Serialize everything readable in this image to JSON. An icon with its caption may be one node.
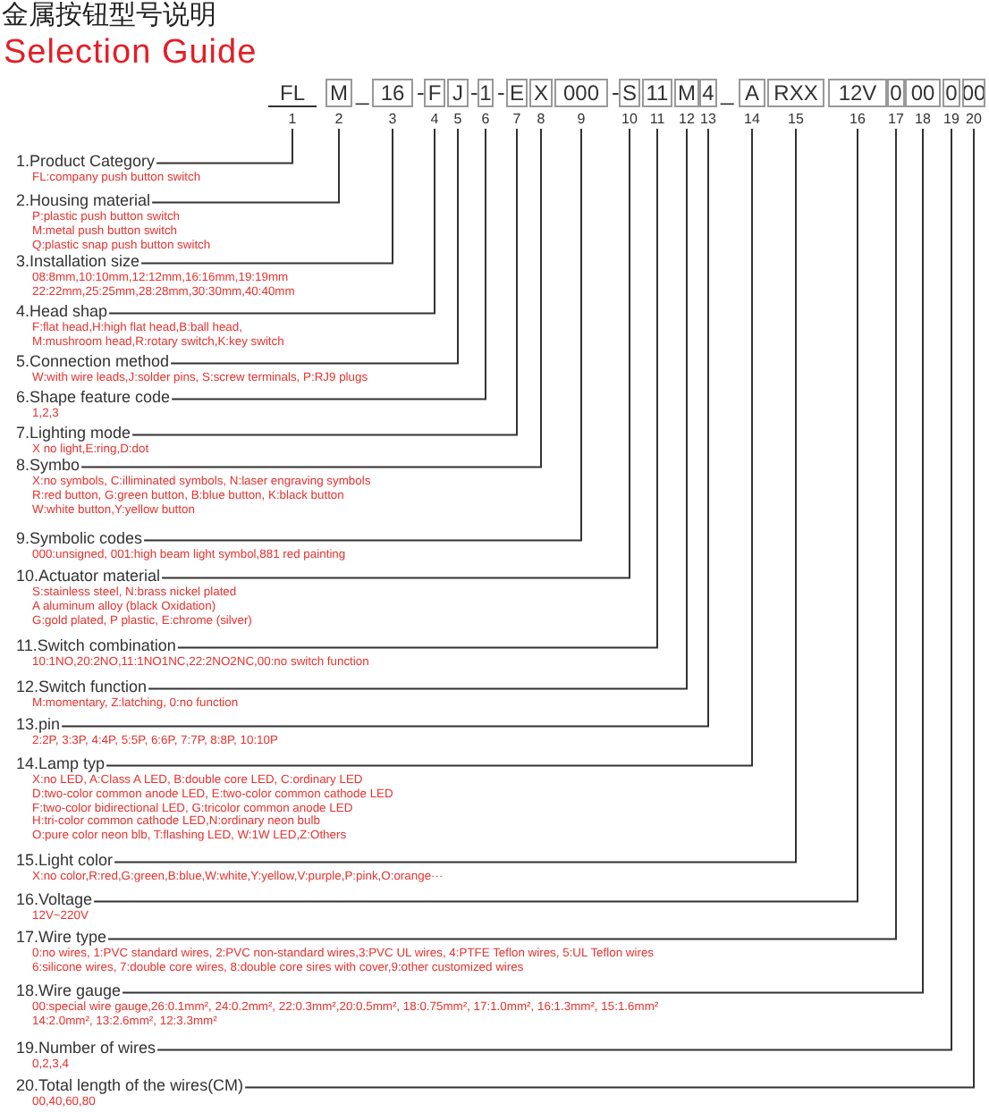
{
  "diagram": {
    "title": "金属按钮型号说明",
    "nodes": [
      {
        "text": [
          "FL",
          "1"
        ]
      },
      {
        "text": [
          "M",
          "2"
        ]
      },
      {
        "text": [
          "16",
          "3"
        ]
      },
      {
        "text": [
          "F",
          "4"
        ]
      },
      {
        "text": [
          "J",
          "5"
        ]
      },
      {
        "text": [
          "1",
          "6"
        ]
      },
      {
        "text": [
          "E",
          "7"
        ]
      },
      {
        "text": [
          "X",
          "8"
        ]
      },
      {
        "text": [
          "000",
          "9"
        ]
      },
      {
        "text": [
          "S",
          "10"
        ]
      },
      {
        "text": [
          "11",
          "11"
        ]
      },
      {
        "text": [
          "M",
          "12"
        ]
      },
      {
        "text": [
          "4",
          "13"
        ]
      },
      {
        "text": [
          "A",
          "14"
        ]
      },
      {
        "text": [
          "RXX",
          "15"
        ]
      },
      {
        "text": [
          "12V",
          "16"
        ]
      },
      {
        "text": [
          "0",
          "17"
        ]
      },
      {
        "text": [
          "00",
          "18"
        ]
      },
      {
        "text": [
          "0",
          "19"
        ]
      },
      {
        "text": [
          "00",
          "20"
        ]
      },
      {
        "text": [
          "1.Product Category"
        ],
        "beside": [
          "FL:company push button switch"
        ]
      },
      {
        "text": [
          "2.Housing material"
        ],
        "beside": [
          "P:plastic push button switch",
          "M:metal push button switch",
          "Q:plastic snap push button switch"
        ]
      },
      {
        "text": [
          "3.Installation size"
        ],
        "beside": [
          "08:8mm,10:10mm,12:12mm,16:16mm,19:19mm",
          "22:22mm,25:25mm,28:28mm,30:30mm,40:40mm"
        ]
      },
      {
        "text": [
          "4.Head shap"
        ],
        "beside": [
          "F:flat head,H:high flat head,B:ball head,",
          "M:mushroom head,R:rotary switch,K:key switch"
        ]
      },
      {
        "text": [
          "5.Connection method"
        ],
        "beside": [
          "W:with  wire leads,J:solder pins, S:screw terminals, P:RJ9 plugs"
        ]
      },
      {
        "text": [
          "6.Shape feature code"
        ],
        "beside": [
          "1,2,3"
        ]
      },
      {
        "text": [
          "7.Lighting mode"
        ],
        "beside": [
          "X no light,E:ring,D:dot"
        ]
      },
      {
        "text": [
          "8.Symbo"
        ],
        "beside": [
          "X:no symbols, C:illiminated symbols, N:laser engraving symbols",
          "R:red button, G:green button, B:blue button, K:black button",
          "W:white button,Y:yellow button"
        ]
      },
      {
        "text": [
          "9.Symbolic codes"
        ],
        "beside": [
          "000:unsigned, 001:high beam light symbol,881 red painting"
        ]
      },
      {
        "text": [
          "10.Actuator material"
        ],
        "beside": [
          "S:stainless steel, N:brass nickel plated",
          "A aluminum alloy (black Oxidation)",
          "G:gold plated, P plastic, E:chrome (silver)"
        ]
      },
      {
        "text": [
          "11.Switch combination"
        ],
        "beside": [
          "10:1NO,20:2NO,11:1NO1NC,22:2NO2NC,00:no switch function"
        ]
      },
      {
        "text": [
          "12.Switch function"
        ],
        "beside": [
          "M:momentary, Z:latching, 0:no function"
        ]
      },
      {
        "text": [
          "13.pin"
        ],
        "beside": [
          "2:2P, 3:3P, 4:4P, 5:5P, 6:6P, 7:7P, 8:8P, 10:10P"
        ]
      },
      {
        "text": [
          "14.Lamp typ"
        ],
        "beside": [
          "X:no LED, A:Class A LED, B:double core LED, C:ordinary LED",
          "D:two-color common anode LED, E:two-color common cathode LED",
          "F:two-color bidirectional LED, G:tricolor common anode LED",
          "H:tri-color common cathode LED,N:ordinary neon bulb",
          "O:pure color neon blb, T:flashing LED, W:1W LED,Z:Others"
        ]
      },
      {
        "text": [
          "15.Light color"
        ],
        "beside": [
          "X:no color,R:red,G:green,B:blue,W:white,Y:yellow,V:purple,P:pink,O:orange···"
        ]
      },
      {
        "text": [
          "16.Voltage"
        ],
        "beside": [
          "12V~220V"
        ]
      },
      {
        "text": [
          "17.Wire type"
        ],
        "beside": [
          "0:no wires, 1:PVC standard wires, 2:PVC non-standard wires,3:PVC UL wires, 4:PTFE Teflon wires, 5:UL Teflon wires",
          "6:silicone wires, 7:double core wires, 8:double core sires with cover,9:other customized wires"
        ]
      },
      {
        "text": [
          "18.Wire gauge"
        ],
        "beside": [
          "00:special wire gauge,26:0.1mm², 24:0.2mm², 22:0.3mm²,20:0.5mm², 18:0.75mm², 17:1.0mm², 16:1.3mm², 15:1.6mm²",
          "14:2.0mm², 13:2.6mm², 12:3.3mm²"
        ]
      },
      {
        "text": [
          "19.Number of wires"
        ],
        "beside": [
          "0,2,3,4"
        ]
      },
      {
        "text": [
          "20.Total length of the wires(CM)"
        ],
        "beside": [
          "00,40,60,80"
        ]
      }
    ],
    "edges": [
      {
        "from": 0,
        "to": 20,
        "arrow": "none"
      },
      {
        "from": 1,
        "to": 21,
        "arrow": "none"
      },
      {
        "from": 2,
        "to": 22,
        "arrow": "none"
      },
      {
        "from": 3,
        "to": 23,
        "arrow": "none"
      },
      {
        "from": 4,
        "to": 24,
        "arrow": "none"
      },
      {
        "from": 5,
        "to": 25,
        "arrow": "none"
      },
      {
        "from": 6,
        "to": 26,
        "arrow": "none"
      },
      {
        "from": 7,
        "to": 27,
        "arrow": "none"
      },
      {
        "from": 8,
        "to": 28,
        "arrow": "none"
      },
      {
        "from": 9,
        "to": 29,
        "arrow": "none"
      },
      {
        "from": 10,
        "to": 30,
        "arrow": "none"
      },
      {
        "from": 11,
        "to": 31,
        "arrow": "none"
      },
      {
        "from": 12,
        "to": 32,
        "arrow": "none"
      },
      {
        "from": 13,
        "to": 33,
        "arrow": "none"
      },
      {
        "from": 14,
        "to": 34,
        "arrow": "none"
      },
      {
        "from": 15,
        "to": 35,
        "arrow": "none"
      },
      {
        "from": 16,
        "to": 36,
        "arrow": "none"
      },
      {
        "from": 17,
        "to": 37,
        "arrow": "none"
      },
      {
        "from": 18,
        "to": 38,
        "arrow": "none"
      },
      {
        "from": 19,
        "to": 39,
        "arrow": "none"
      }
    ],
    "labels": [
      "Selection Guide",
      "_",
      "-",
      "-",
      "-",
      "-",
      "_"
    ]
  }
}
